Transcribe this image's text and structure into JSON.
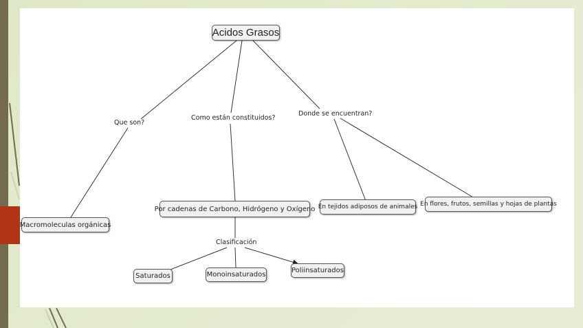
{
  "slide": {
    "colors": {
      "background": "#e2ead0",
      "side_bar": "#746a4e",
      "accent_block": "#b13514",
      "panel": "#ffffff",
      "node_fill": "#eff1f3",
      "node_border": "#555555"
    }
  },
  "concept_map": {
    "root": "Acidos Grasos",
    "linking_phrases": {
      "que_son": "Que son?",
      "como": "Como están constituidos?",
      "donde": "Donde se encuentran?",
      "clasificacion": "Clasificación"
    },
    "concepts": {
      "macromoleculas": "Macromoleculas orgánicas",
      "cadenas": "Por cadenas de Carbono, Hidrógeno y Oxígeno",
      "tejidos": "En tejidos adiposos de animales",
      "flores": "En flores, frutos, semillas y hojas de plantas",
      "saturados": "Saturados",
      "mono": "Monoinsaturados",
      "poli": "Poliinsaturados"
    }
  }
}
